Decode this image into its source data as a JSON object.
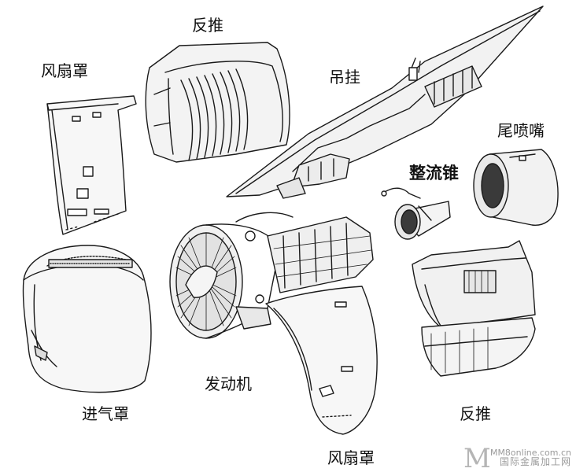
{
  "labels": {
    "fan_cowl_top": "风扇罩",
    "thrust_reverser_top": "反推",
    "pylon": "吊挂",
    "exhaust_nozzle": "尾喷嘴",
    "tail_cone": "整流锥",
    "engine": "发动机",
    "inlet_cowl": "进气罩",
    "thrust_reverser_bottom": "反推",
    "fan_cowl_bottom": "风扇罩"
  },
  "watermark": {
    "logo_letter": "M",
    "site": "MM8online.com.cn",
    "name": "国际金属加工网"
  }
}
